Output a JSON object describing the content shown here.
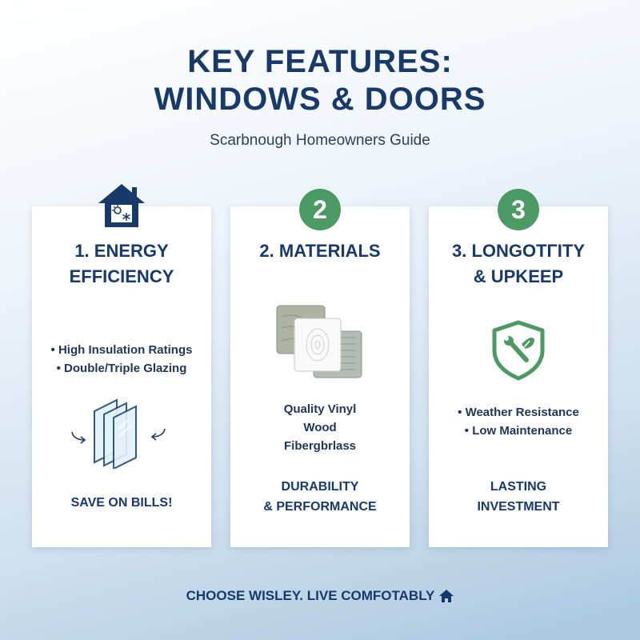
{
  "header": {
    "title_line1": "KEY FEATURES:",
    "title_line2": "WINDOWS & DOORS",
    "subtitle": "Scarbnough Homeowners Guide"
  },
  "cards": [
    {
      "badge": "",
      "icon": "house-sun-snowflake-icon",
      "title_line1": "1. ENERGY",
      "title_line2": "EFFICIENCY",
      "bullets": [
        "High Insulation Ratings",
        "Double/Triple Glazing"
      ],
      "illustration": "glass-panes-icon",
      "tagline_line1": "SAVE ON BILLS!",
      "tagline_line2": ""
    },
    {
      "badge": "2",
      "title_line1": "2. MATERIALS",
      "title_line2": "",
      "illustration": "material-swatches-icon",
      "items": [
        "Quality Vinyl",
        "Wood",
        "Fibergbrlass"
      ],
      "tagline_line1": "DURABILITY",
      "tagline_line2": "& PERFORMANCE"
    },
    {
      "badge": "3",
      "title_line1": "3. LONGOTΓITY",
      "title_line2": "& UPKEEP",
      "illustration": "shield-wrench-leaf-icon",
      "bullets": [
        "Weather Resistance",
        "Low Maintenance"
      ],
      "tagline_line1": "LASTING",
      "tagline_line2": "INVESTMENT"
    }
  ],
  "footer": {
    "text": "CHOOSE WISLEY. LIVE COMFOTABLY",
    "icon": "home-icon"
  },
  "colors": {
    "navy": "#173a6a",
    "green": "#4b9a63",
    "card_bg": "#ffffff"
  }
}
